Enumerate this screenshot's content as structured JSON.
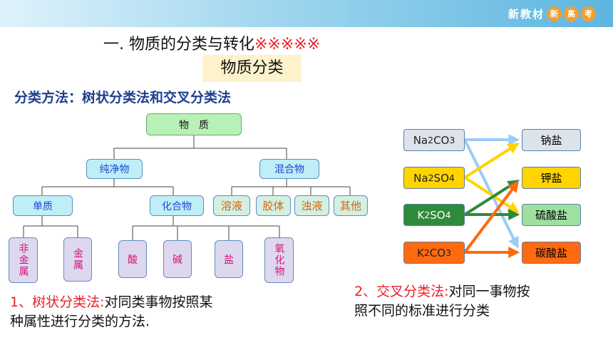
{
  "header": {
    "brand": "新教材",
    "badges": [
      {
        "text": "新",
        "color": "#f0a030"
      },
      {
        "text": "高",
        "color": "#f0a030"
      },
      {
        "text": "考",
        "color": "#f0a030"
      }
    ]
  },
  "title": {
    "text": "一. 物质的分类与转化",
    "stars": "※※※※※"
  },
  "subtitle": "物质分类",
  "method": "分类方法：树状分类法和交叉分类法",
  "tree": {
    "root": "物　质",
    "pure": "纯净物",
    "mixture": "混合物",
    "element": "单质",
    "compound": "化合物",
    "mixture_children": [
      "溶液",
      "胶体",
      "浊液",
      "其他"
    ],
    "element_children": [
      "非金属",
      "金属"
    ],
    "compound_children": [
      "酸",
      "碱",
      "盐",
      "氧化物"
    ]
  },
  "cross": {
    "left": [
      {
        "main": "Na",
        "sub1": "2",
        "mid": "CO",
        "sub2": "3",
        "color": "#dde3ea",
        "text_color": "#222"
      },
      {
        "main": "Na",
        "sub1": "2",
        "mid": "SO",
        "sub2": "4",
        "color": "#ffd400",
        "text_color": "#222"
      },
      {
        "main": "K",
        "sub1": "2",
        "mid": "SO",
        "sub2": "4",
        "color": "#2e8b3a",
        "text_color": "#ffffff"
      },
      {
        "main": "K",
        "sub1": "2",
        "mid": "CO",
        "sub2": "3",
        "color": "#ff6a10",
        "text_color": "#222"
      }
    ],
    "right": [
      {
        "label": "钠盐",
        "color": "#dde3ea"
      },
      {
        "label": "钾盐",
        "color": "#ffd400"
      },
      {
        "label": "硫酸盐",
        "color": "#9ee0a0"
      },
      {
        "label": "碳酸盐",
        "color": "#ff6a10"
      }
    ],
    "arrow_colors": {
      "na2co3": "#9ecbf5",
      "na2so4": "#ffd400",
      "k2so4": "#2e8b3a",
      "k2co3": "#ff6a10"
    }
  },
  "captions": {
    "tree_hl": "1、树状分类法:",
    "tree_text1": "对同类事物按照某",
    "tree_text2": "种属性进行分类的方法.",
    "cross_hl": "2、交叉分类法:",
    "cross_text1": "对同一事物按",
    "cross_text2": "照不同的标准进行分类"
  }
}
